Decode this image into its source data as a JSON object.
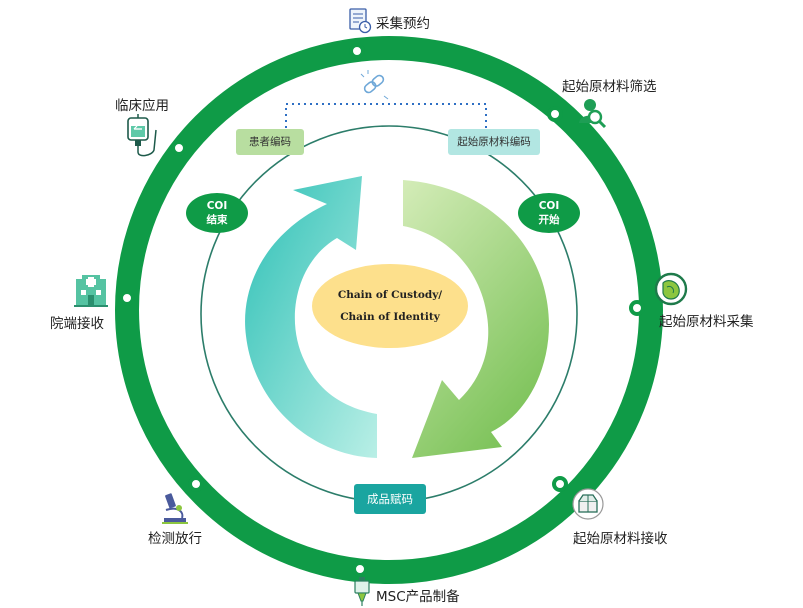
{
  "outer_labels": {
    "collection_booking": "采集预约",
    "material_screening": "起始原材料筛选",
    "material_collection": "起始原材料采集",
    "material_receipt": "起始原材料接收",
    "msc_manufacturing": "MSC产品制备",
    "testing_release": "检测放行",
    "hospital_receipt": "院端接收",
    "clinical_application": "临床应用"
  },
  "inner_tags": {
    "patient_code": "患者编码",
    "material_code": "起始原材料编码",
    "product_code": "成品赋码"
  },
  "coi_start": {
    "line1": "COI",
    "line2": "开始"
  },
  "coi_end": {
    "line1": "COI",
    "line2": "结束"
  },
  "center": {
    "line1": "Chain of Custody/",
    "line2": "Chain of  Identity"
  },
  "colors": {
    "ring_green": "#0f9b47",
    "arrow_teal": "#3cc8bf",
    "arrow_green": "#8ccb5e",
    "tag_green": "#b8dea0",
    "tag_teal": "#b2e6e2",
    "center_yellow": "#fde08c"
  },
  "icons": {
    "collection_booking": "document-clock-icon",
    "material_screening": "person-search-icon",
    "material_collection": "tissue-sample-icon",
    "material_receipt": "package-box-icon",
    "msc_manufacturing": "syringe-vial-icon",
    "testing_release": "microscope-icon",
    "hospital_receipt": "hospital-building-icon",
    "clinical_application": "iv-drip-icon",
    "link": "chain-link-icon"
  }
}
